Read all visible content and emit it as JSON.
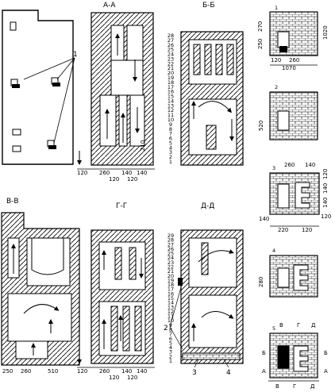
{
  "section_titles": {
    "aa": "А-А",
    "bb": "Б-Б",
    "vv": "В-В",
    "gg": "Г-Г",
    "dd": "Д-Д"
  },
  "callouts": {
    "one": "1",
    "two": "2",
    "three": "3",
    "four": "4"
  },
  "plan_numbers": {
    "p1": "1",
    "p2": "2",
    "p3": "3",
    "p4": "4",
    "p5": "5"
  },
  "row_numbers_top": [
    "28",
    "27",
    "26",
    "25",
    "24",
    "23",
    "22",
    "21",
    "20",
    "19",
    "18",
    "17",
    "16",
    "15",
    "14",
    "13",
    "12",
    "11",
    "10",
    "9",
    "8",
    "7",
    "6",
    "5",
    "4",
    "3",
    "2",
    "1"
  ],
  "row_numbers_bottom": [
    "29",
    "28",
    "27",
    "26",
    "25",
    "24",
    "23",
    "22",
    "21",
    "20",
    "19",
    "18",
    "17",
    "16",
    "15",
    "14",
    "13",
    "12",
    "11",
    "10",
    "9",
    "8",
    "7",
    "6",
    "5",
    "4",
    "3",
    "2",
    "1"
  ],
  "dims": {
    "aa_120": "120",
    "aa_260": "260",
    "aa_140a": "140",
    "aa_140b": "140",
    "aa_120b": "120",
    "aa_120c": "120",
    "aa_210": "210",
    "p1_250": "250",
    "p1_270": "270",
    "p1_1020": "1020",
    "p1_120": "120",
    "p1_260": "260",
    "p1_1070": "1070",
    "p2_520": "520",
    "p3_260": "260",
    "p3_140": "140",
    "p3_120a": "120",
    "p3_140b": "140",
    "p3_140c": "140",
    "p3_120b": "120",
    "p3_140d": "140",
    "p3_220": "220",
    "p3_120c": "120",
    "p4_280": "280",
    "vv_250": "250",
    "vv_260": "260",
    "vv_510": "510",
    "gg_120a": "120",
    "gg_260": "260",
    "gg_140a": "140",
    "gg_140b": "140",
    "gg_120b": "120",
    "gg_120c": "120",
    "p5_B": "В",
    "p5_G": "Г",
    "p5_D": "Д",
    "p5_Bb": "Б",
    "p5_Bb2": "Б",
    "p5_A": "А",
    "p5_A2": "А",
    "p5_B2": "В",
    "p5_G2": "Г",
    "p5_D2": "Д"
  }
}
